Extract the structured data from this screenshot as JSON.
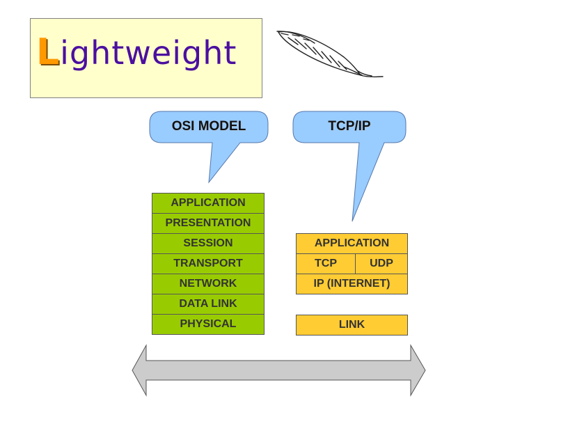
{
  "title": {
    "first_letter": "L",
    "rest": "ightweight"
  },
  "callouts": {
    "osi": "OSI MODEL",
    "tcpip": "TCP/IP"
  },
  "osi_layers": [
    "APPLICATION",
    "PRESENTATION",
    "SESSION",
    "TRANSPORT",
    "NETWORK",
    "DATA LINK",
    "PHYSICAL"
  ],
  "tcpip_layers": {
    "application": "APPLICATION",
    "tcp": "TCP",
    "udp": "UDP",
    "ip": "IP (INTERNET)",
    "link": "LINK"
  },
  "colors": {
    "title_bg": "#ffffcc",
    "title_first": "#ff9900",
    "title_rest": "#4b0fa0",
    "callout_fill": "#99ccff",
    "osi_fill": "#99cc00",
    "tcpip_fill": "#ffcc33",
    "arrow_fill": "#cccccc"
  },
  "icons": {
    "feather": "feather-icon",
    "arrow": "double-headed-arrow"
  }
}
